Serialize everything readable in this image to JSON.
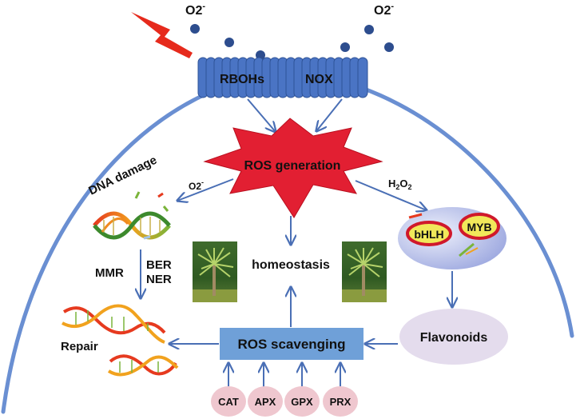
{
  "superoxide": {
    "top_left": "O2",
    "top_right": "O2",
    "near_dna": "O2",
    "sup": "-",
    "sub": "2"
  },
  "membrane": {
    "left_label": "RBOHs",
    "right_label": "NOX"
  },
  "ros_generation": "ROS generation",
  "h2o2": {
    "h": "H",
    "two_a": "2",
    "o": "O",
    "two_b": "2"
  },
  "dna": {
    "title": "DNA damage",
    "mmr": "MMR",
    "ber": "BER",
    "ner": "NER",
    "repair": "Repair"
  },
  "homeostasis": "homeostasis",
  "transcription_factors": {
    "bhlh": "bHLH",
    "myb": "MYB"
  },
  "flavonoids": "Flavonoids",
  "ros_scavenging": "ROS scavenging",
  "enzymes": [
    "CAT",
    "APX",
    "GPX",
    "PRX"
  ],
  "colors": {
    "membrane": "#4a74c4",
    "ros_burst": "#e21f32",
    "scavenging_box": "#6fa0d8",
    "enzyme_fill": "#efc7cf",
    "flavonoid_fill": "#e4dced",
    "nucleus_fill": "#c4ccf0",
    "myb_fill": "#f1e85a",
    "arrow": "#5579b8",
    "lightning": "#e62a1c"
  }
}
